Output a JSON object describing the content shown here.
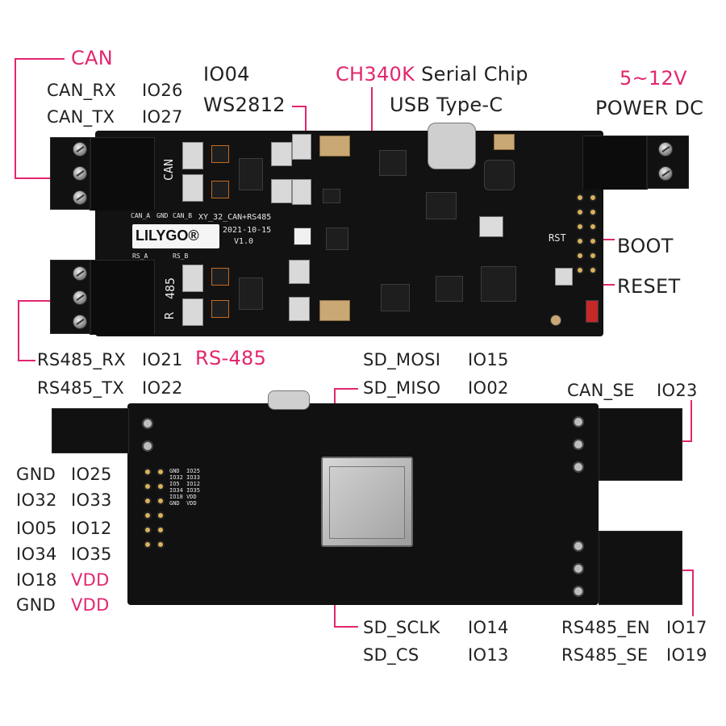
{
  "top": {
    "can_title": "CAN",
    "can_rx": "CAN_RX",
    "can_rx_io": "IO26",
    "can_tx": "CAN_TX",
    "can_tx_io": "IO27",
    "io04": "IO04",
    "ws2812": "WS2812",
    "ch340k": "CH340K",
    "serial_chip": "Serial Chip",
    "usb_type_c": "USB Type-C",
    "voltage": "5~12V",
    "power_dc": "POWER DC",
    "boot": "BOOT",
    "reset": "RESET",
    "rs485_rx": "RS485_RX",
    "rs485_rx_io": "IO21",
    "rs485_title": "RS-485",
    "rs485_tx": "RS485_TX",
    "rs485_tx_io": "IO22"
  },
  "board_top": {
    "logo": "LILYGO®",
    "model": "XY_32_CAN+RS485",
    "date": "2021-10-15",
    "version": "V1.0",
    "can_silk": "CAN",
    "r485_silk": "485",
    "r_silk": "R",
    "rst_silk": "RST",
    "can_a": "CAN_A",
    "gnd": "GND",
    "can_b": "CAN_B",
    "rs_a": "RS_A",
    "rs_b": "RS_B"
  },
  "bottom": {
    "sd_mosi": "SD_MOSI",
    "sd_mosi_io": "IO15",
    "sd_miso": "SD_MISO",
    "sd_miso_io": "IO02",
    "can_se": "CAN_SE",
    "can_se_io": "IO23",
    "sd_sclk": "SD_SCLK",
    "sd_sclk_io": "IO14",
    "sd_cs": "SD_CS",
    "sd_cs_io": "IO13",
    "rs485_en": "RS485_EN",
    "rs485_en_io": "IO17",
    "rs485_se": "RS485_SE",
    "rs485_se_io": "IO19",
    "header_left": [
      "GND",
      "IO32",
      "IO05",
      "IO34",
      "IO18",
      "GND"
    ],
    "header_right": [
      "IO25",
      "IO33",
      "IO12",
      "IO35",
      "VDD",
      "VDD"
    ],
    "silk_block": "GND  IO25\nIO32 IO33\nIO5  IO12\nIO34 IO35\nIO18 VDD\nGND  VDD"
  },
  "colors": {
    "accent": "#e2266f",
    "pcb": "#111111",
    "text": "#222222"
  }
}
